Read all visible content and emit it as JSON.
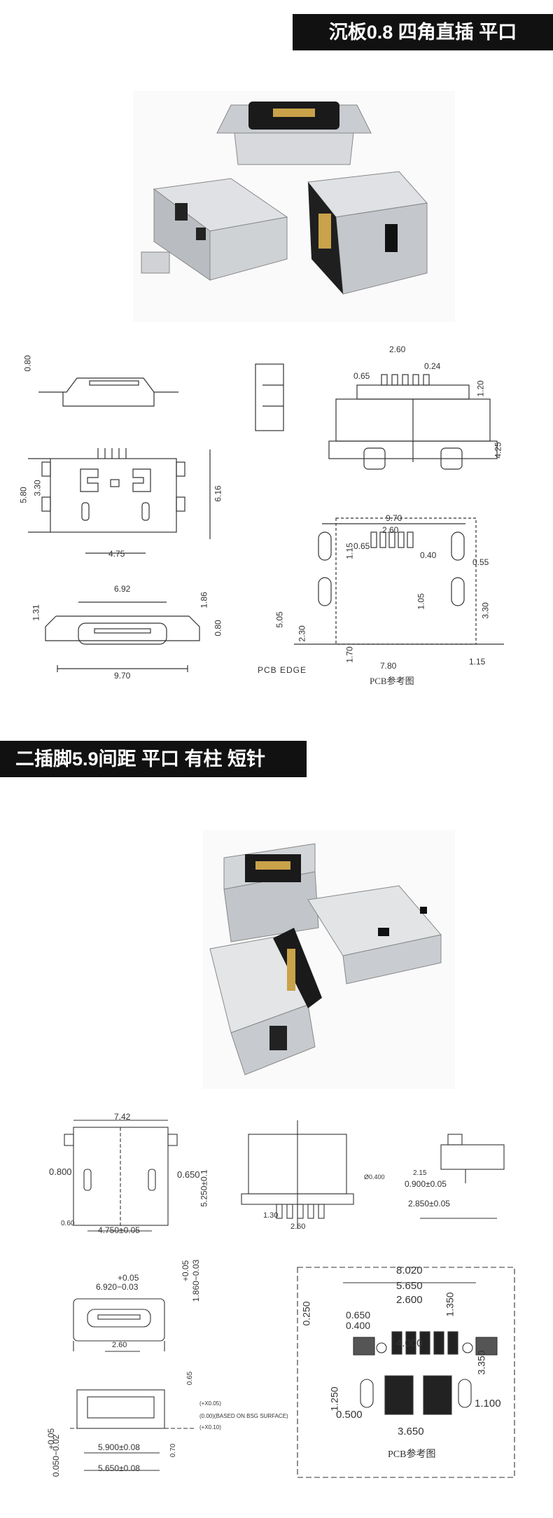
{
  "section1": {
    "banner": "沉板0.8 四角直插 平口",
    "drawings": {
      "top_left": [
        "0.80"
      ],
      "side_view_dims": [
        "5.80",
        "3.30",
        "6.16",
        "4.75"
      ],
      "front_view_dims": [
        "6.92",
        "1.31",
        "1.86",
        "0.80",
        "9.70"
      ],
      "top_right_dims": [
        "2.60",
        "0.65",
        "0.24",
        "1.20",
        "4.25"
      ],
      "pcb_dims": [
        "9.70",
        "2.60",
        "1.15",
        "0.65",
        "0.40",
        "0.55",
        "5.05",
        "2.30",
        "1.05",
        "3.30",
        "1.70",
        "7.80",
        "1.15"
      ],
      "pcb_edge_label": "PCB EDGE",
      "pcb_caption": "PCB参考图"
    }
  },
  "section2": {
    "banner": "二插脚5.9间距 平口 有柱 短针",
    "drawings": {
      "top_view_dims": [
        "7.42",
        "0.800",
        "0.650",
        "5.250±0.1",
        "0.60",
        "4.750±0.05"
      ],
      "front_pins_dims": [
        "Ø0.400",
        "1.30",
        "2.60"
      ],
      "side_dims": [
        "2.15",
        "0.900±0.05",
        "2.850±0.05"
      ],
      "mouth_dims": [
        "+0.05",
        "6.920−0.03",
        "+0.05",
        "1.860−0.03",
        "2.60"
      ],
      "bottom_dims": [
        "0.65",
        "(+X0.05)",
        "(0.00)(BASED ON BSG SURFACE)",
        "(+X0.10)",
        "+0.05",
        "0.050−0.02",
        "5.900±0.08",
        "0.70",
        "5.650±0.08"
      ],
      "pcb2_dims": [
        "8.020",
        "5.650",
        "2.600",
        "0.650",
        "0.400",
        "1.350",
        "0.250",
        "4.000",
        "3.350",
        "1.250",
        "0.500",
        "1.100",
        "3.650"
      ],
      "pcb2_caption": "PCB参考图"
    }
  },
  "colors": {
    "banner_bg": "#111111",
    "banner_text": "#ffffff",
    "line": "#333333",
    "metal": "#c9ccd0",
    "plastic": "#1a1a1a",
    "gold": "#c9a24a"
  }
}
